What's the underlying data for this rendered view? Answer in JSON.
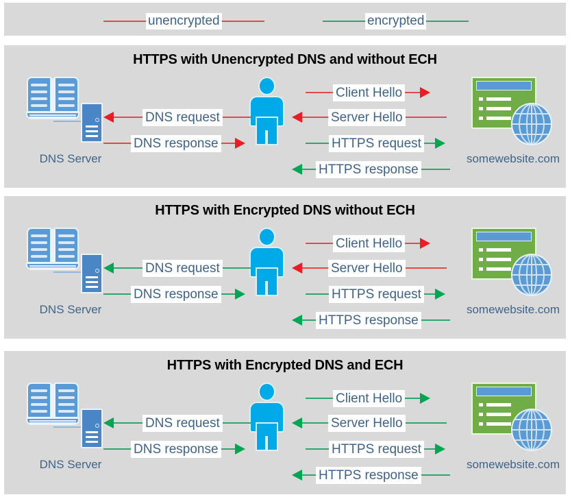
{
  "legend": {
    "items": [
      {
        "name": "unencrypted",
        "label": "unencrypted",
        "color": "#e04a4a"
      },
      {
        "name": "encrypted",
        "label": "encrypted",
        "color": "#2ea56a"
      }
    ]
  },
  "colors": {
    "panel_background": "#d9d9d9",
    "page_background": "#ffffff",
    "unencrypted_line": "#e04a4a",
    "unencrypted_arrow": "#ed1c24",
    "encrypted_line": "#2ea56a",
    "encrypted_arrow": "#00a651",
    "label_text": "#3f6388",
    "title_text": "#000000",
    "person_blue": "#00a9e8",
    "book_blue": "#5b9bd5",
    "server_blue": "#4a86c5",
    "site_green": "#70ad47",
    "globe_blue": "#5b9bd5"
  },
  "nodes": {
    "dns_server_label": "DNS Server",
    "website_label": "somewebsite.com",
    "dns_server_icon": "open-book-and-server-icon",
    "user_icon": "person-icon",
    "website_icon": "browser-window-and-globe-icon"
  },
  "panels": [
    {
      "id": "panel-1",
      "title": "HTTPS with Unencrypted DNS and without ECH",
      "left_flows": [
        {
          "label": "DNS request",
          "direction": "left",
          "encrypted": false
        },
        {
          "label": "DNS response",
          "direction": "right",
          "encrypted": false
        }
      ],
      "right_flows": [
        {
          "label": "Client Hello",
          "direction": "right",
          "encrypted": false
        },
        {
          "label": "Server Hello",
          "direction": "left",
          "encrypted": false
        },
        {
          "label": "HTTPS request",
          "direction": "right",
          "encrypted": true
        },
        {
          "label": "HTTPS response",
          "direction": "left",
          "encrypted": true
        }
      ]
    },
    {
      "id": "panel-2",
      "title": "HTTPS with Encrypted DNS without ECH",
      "left_flows": [
        {
          "label": "DNS request",
          "direction": "left",
          "encrypted": true
        },
        {
          "label": "DNS response",
          "direction": "right",
          "encrypted": true
        }
      ],
      "right_flows": [
        {
          "label": "Client Hello",
          "direction": "right",
          "encrypted": false
        },
        {
          "label": "Server Hello",
          "direction": "left",
          "encrypted": false
        },
        {
          "label": "HTTPS request",
          "direction": "right",
          "encrypted": true
        },
        {
          "label": "HTTPS response",
          "direction": "left",
          "encrypted": true
        }
      ]
    },
    {
      "id": "panel-3",
      "title": "HTTPS with Encrypted DNS and ECH",
      "left_flows": [
        {
          "label": "DNS request",
          "direction": "left",
          "encrypted": true
        },
        {
          "label": "DNS response",
          "direction": "right",
          "encrypted": true
        }
      ],
      "right_flows": [
        {
          "label": "Client Hello",
          "direction": "right",
          "encrypted": true
        },
        {
          "label": "Server Hello",
          "direction": "left",
          "encrypted": true
        },
        {
          "label": "HTTPS request",
          "direction": "right",
          "encrypted": true
        },
        {
          "label": "HTTPS response",
          "direction": "left",
          "encrypted": true
        }
      ]
    }
  ]
}
